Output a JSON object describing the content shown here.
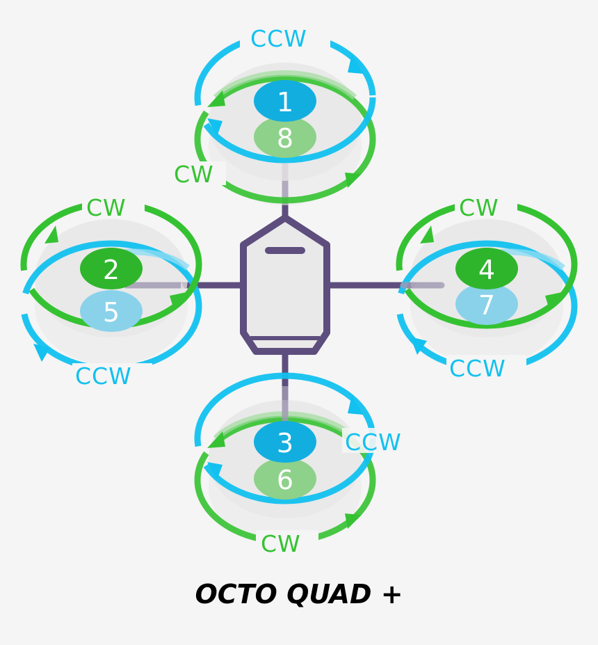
{
  "title": "OCTO QUAD +",
  "colors": {
    "ccw": "#12c1ef",
    "cw": "#35c232",
    "frame": "#5d4e7e",
    "prop": "#e6e6e6"
  },
  "motors": {
    "top": {
      "upper": {
        "number": "1",
        "direction": "CCW"
      },
      "lower": {
        "number": "8",
        "direction": "CW"
      }
    },
    "left": {
      "upper": {
        "number": "2",
        "direction": "CW"
      },
      "lower": {
        "number": "5",
        "direction": "CCW"
      }
    },
    "right": {
      "upper": {
        "number": "4",
        "direction": "CW"
      },
      "lower": {
        "number": "7",
        "direction": "CCW"
      }
    },
    "bottom": {
      "upper": {
        "number": "3",
        "direction": "CCW"
      },
      "lower": {
        "number": "6",
        "direction": "CW"
      }
    }
  }
}
